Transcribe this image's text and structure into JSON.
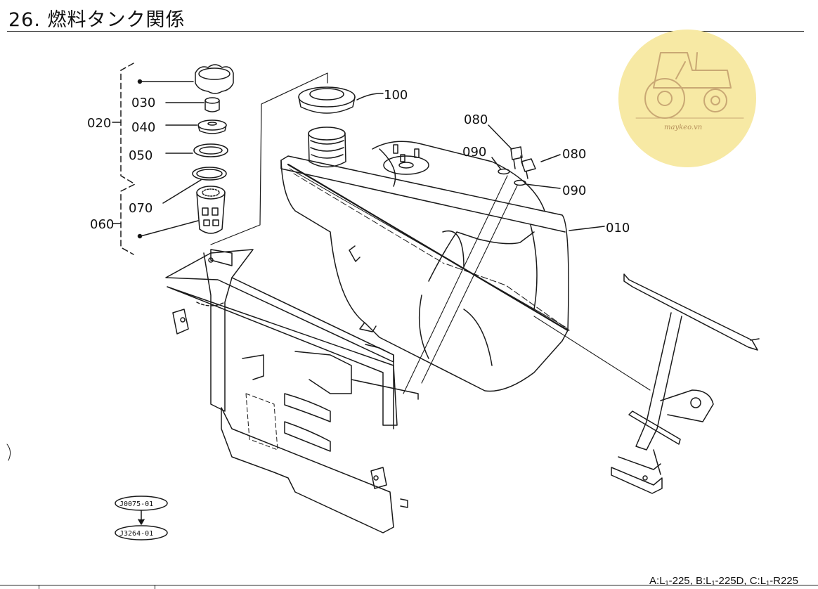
{
  "header": {
    "title": "26. 燃料タンク関係"
  },
  "watermark": {
    "text": "maykeo.vn",
    "circle_color": "#f7e9a4",
    "icon": "tractor-icon"
  },
  "parts": [
    {
      "id": "p100",
      "label": "100"
    },
    {
      "id": "p080a",
      "label": "080"
    },
    {
      "id": "p080b",
      "label": "080"
    },
    {
      "id": "p090a",
      "label": "090"
    },
    {
      "id": "p090b",
      "label": "090"
    },
    {
      "id": "p010",
      "label": "010"
    },
    {
      "id": "p020",
      "label": "020"
    },
    {
      "id": "p030",
      "label": "030"
    },
    {
      "id": "p040",
      "label": "040"
    },
    {
      "id": "p050",
      "label": "050"
    },
    {
      "id": "p060",
      "label": "060"
    },
    {
      "id": "p070",
      "label": "070"
    }
  ],
  "references": [
    {
      "id": "ref1",
      "code": "J0075-01"
    },
    {
      "id": "ref2",
      "code": "J3264-01"
    }
  ],
  "footer": {
    "model_note": "A:L₁-225, B:L₁-225D, C:L₁-R225"
  }
}
